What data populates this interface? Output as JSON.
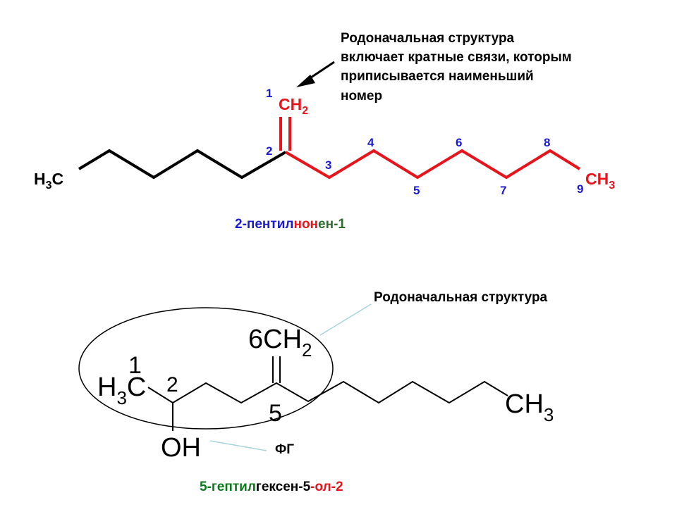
{
  "colors": {
    "black": "#000000",
    "red": "#e8141c",
    "blue": "#1a1ad0",
    "green": "#0a7a1a",
    "dark_green": "#2e6b2e",
    "leader": "#a8d4dc"
  },
  "top": {
    "annotation": {
      "line1": "Родоначальная структура",
      "line2": "включает кратные связи, которым",
      "line3": "приписывается наименьший",
      "line4": "номер"
    },
    "h3c": {
      "H": "H",
      "sub": "3",
      "C": "C"
    },
    "ch2": {
      "CH": "CH",
      "sub": "2"
    },
    "ch3": {
      "CH": "CH",
      "sub": "3"
    },
    "numbers": [
      "1",
      "2",
      "3",
      "4",
      "5",
      "6",
      "7",
      "8",
      "9"
    ],
    "name": {
      "part1": "2-пентил",
      "part2": "нон",
      "part3": "ен-1"
    }
  },
  "bottom": {
    "parent_label": "Родоначальная структура",
    "fg_label": "ФГ",
    "ch2": {
      "CH": "CH",
      "sub": "2",
      "num": "6"
    },
    "h3c": {
      "H": "H",
      "sub": "3",
      "C": "C",
      "num": "1"
    },
    "num2": "2",
    "num5": "5",
    "ch3": {
      "CH": "CH",
      "sub": "3"
    },
    "oh": "OH",
    "name": {
      "part1": "5-гептил",
      "part2": "гексен-5",
      "part3": "-ол-2"
    }
  }
}
